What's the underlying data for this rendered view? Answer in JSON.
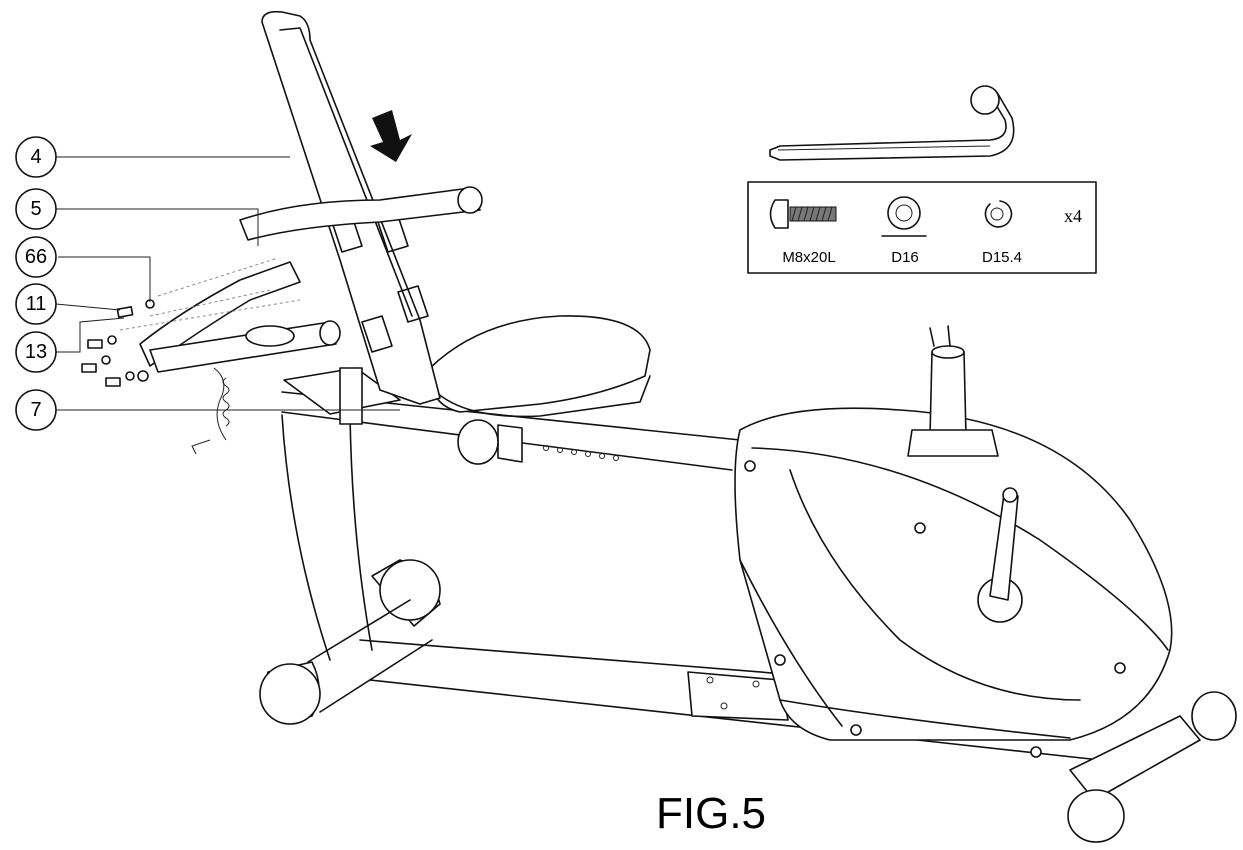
{
  "figure": {
    "title": "FIG.5"
  },
  "callouts": [
    {
      "id": "4",
      "label": "4"
    },
    {
      "id": "5",
      "label": "5"
    },
    {
      "id": "66",
      "label": "66"
    },
    {
      "id": "11",
      "label": "11"
    },
    {
      "id": "13",
      "label": "13"
    },
    {
      "id": "7",
      "label": "7"
    }
  ],
  "hardware_box": {
    "items": [
      {
        "icon": "bolt-icon",
        "label": "M8x20L"
      },
      {
        "icon": "flat-washer-icon",
        "label": "D16"
      },
      {
        "icon": "spring-washer-icon",
        "label": "D15.4"
      }
    ],
    "quantity": "x4"
  },
  "tool": {
    "icon": "allen-wrench-icon"
  },
  "colors": {
    "line": "#111111",
    "background": "#ffffff"
  }
}
